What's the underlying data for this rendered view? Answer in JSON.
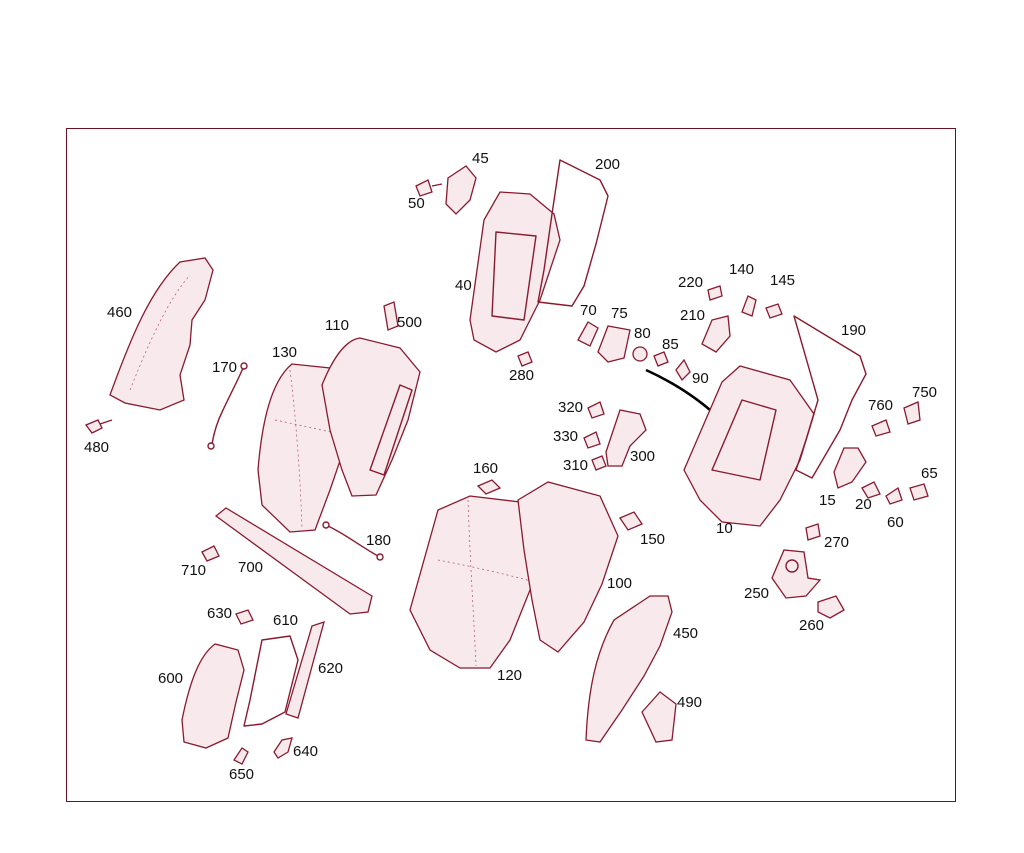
{
  "diagram": {
    "title": "",
    "colors": {
      "frame": "#6b1222",
      "line_art": "#8a1a2e",
      "label_text": "#111111"
    },
    "callouts": [
      "10",
      "15",
      "20",
      "40",
      "45",
      "50",
      "60",
      "65",
      "70",
      "75",
      "80",
      "85",
      "90",
      "100",
      "110",
      "120",
      "130",
      "140",
      "145",
      "150",
      "160",
      "170",
      "180",
      "190",
      "200",
      "210",
      "220",
      "250",
      "260",
      "270",
      "280",
      "300",
      "310",
      "320",
      "330",
      "450",
      "460",
      "480",
      "490",
      "500",
      "600",
      "610",
      "620",
      "630",
      "640",
      "650",
      "700",
      "710",
      "750",
      "760"
    ]
  }
}
